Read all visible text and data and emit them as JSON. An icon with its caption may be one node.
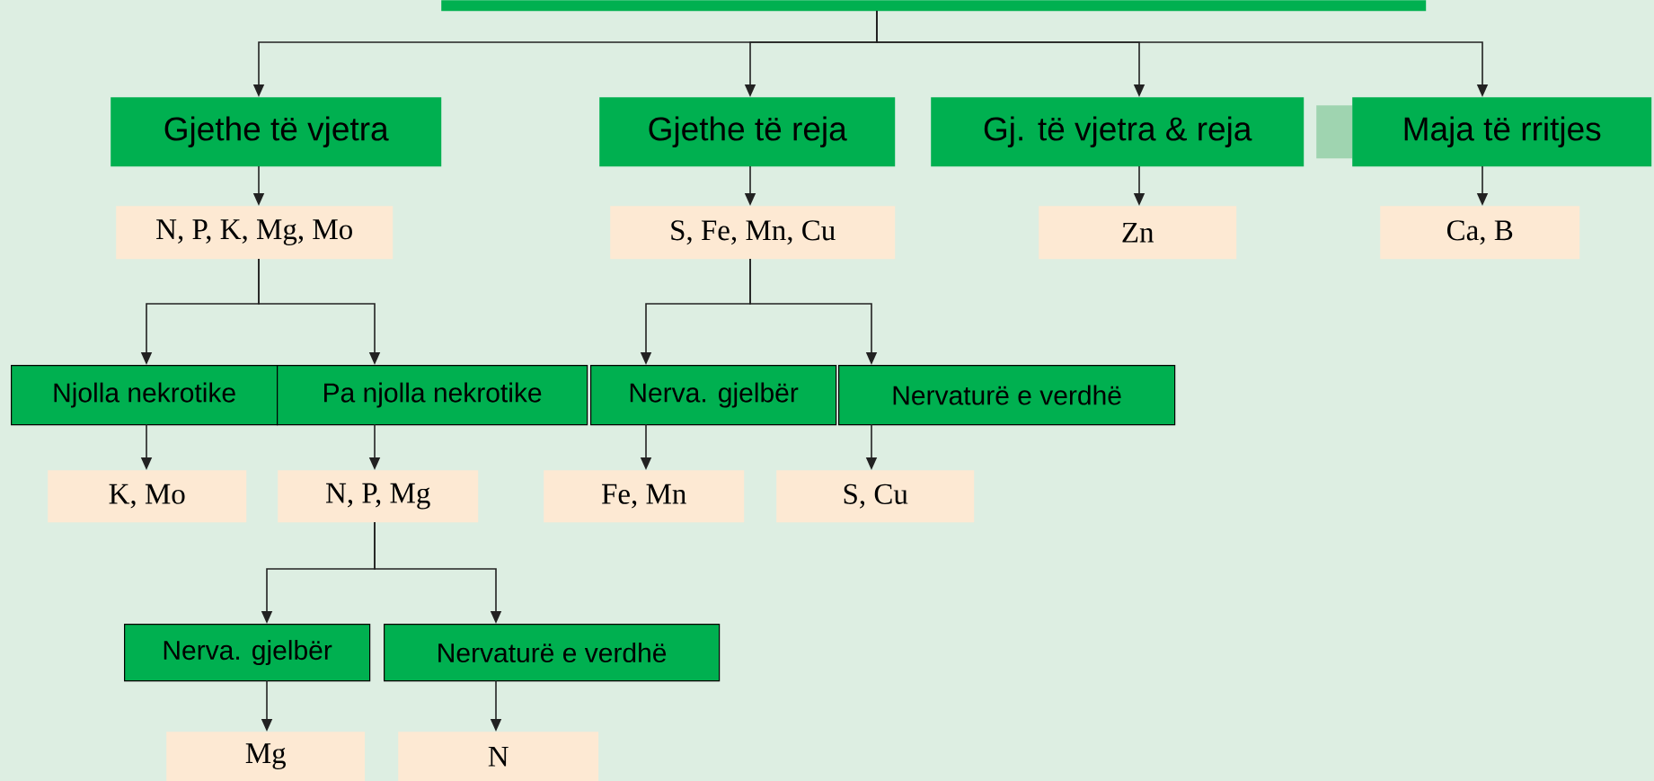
{
  "diagram": {
    "nodes": [
      {
        "text": [],
        "shape": "box"
      },
      {
        "text": [
          "Gjethe të vjetra"
        ]
      },
      {
        "text": [
          "Gjethe të reja"
        ]
      },
      {
        "text": [
          "Gj. të vjetra & reja"
        ]
      },
      {
        "text": [],
        "shape": "box"
      },
      {
        "text": [
          "Maja të rritjes"
        ]
      },
      {
        "text": [
          "N, P, K, Mg, Mo"
        ]
      },
      {
        "text": [
          "S, Fe, Mn, Cu"
        ]
      },
      {
        "text": [
          "Zn"
        ]
      },
      {
        "text": [
          "Ca, B"
        ]
      },
      {
        "text": [
          "Njolla nekrotike"
        ]
      },
      {
        "text": [
          "Pa njolla nekrotike"
        ]
      },
      {
        "text": [
          "Nerva. gjelbër"
        ]
      },
      {
        "text": [
          "Nervaturë e verdhë"
        ]
      },
      {
        "text": [
          "K, Mo"
        ]
      },
      {
        "text": [
          "N, P, Mg"
        ]
      },
      {
        "text": [
          "Fe, Mn"
        ]
      },
      {
        "text": [
          "S, Cu"
        ]
      },
      {
        "text": [
          "Nerva. gjelbër"
        ]
      },
      {
        "text": [
          "Nervaturë e verdhë"
        ]
      },
      {
        "text": [
          "Mg"
        ]
      },
      {
        "text": [
          "N"
        ]
      }
    ],
    "edges": [
      {
        "from": 0,
        "to": 1,
        "arrow": "to"
      },
      {
        "from": 0,
        "to": 2,
        "arrow": "to"
      },
      {
        "from": 0,
        "to": 3,
        "arrow": "to"
      },
      {
        "from": 0,
        "to": 5,
        "arrow": "to"
      },
      {
        "from": 1,
        "to": 6,
        "arrow": "to"
      },
      {
        "from": 2,
        "to": 7,
        "arrow": "to"
      },
      {
        "from": 3,
        "to": 8,
        "arrow": "to"
      },
      {
        "from": 5,
        "to": 9,
        "arrow": "to"
      },
      {
        "from": 6,
        "to": 10,
        "arrow": "to"
      },
      {
        "from": 6,
        "to": 11,
        "arrow": "to"
      },
      {
        "from": 7,
        "to": 12,
        "arrow": "to"
      },
      {
        "from": 7,
        "to": 13,
        "arrow": "to"
      },
      {
        "from": 10,
        "to": 14,
        "arrow": "to"
      },
      {
        "from": 11,
        "to": 15,
        "arrow": "to"
      },
      {
        "from": 12,
        "to": 16,
        "arrow": "to"
      },
      {
        "from": 13,
        "to": 17,
        "arrow": "to"
      },
      {
        "from": 15,
        "to": 18,
        "arrow": "to"
      },
      {
        "from": 15,
        "to": 19,
        "arrow": "to"
      },
      {
        "from": 18,
        "to": 20,
        "arrow": "to"
      },
      {
        "from": 19,
        "to": 21,
        "arrow": "to"
      }
    ]
  }
}
